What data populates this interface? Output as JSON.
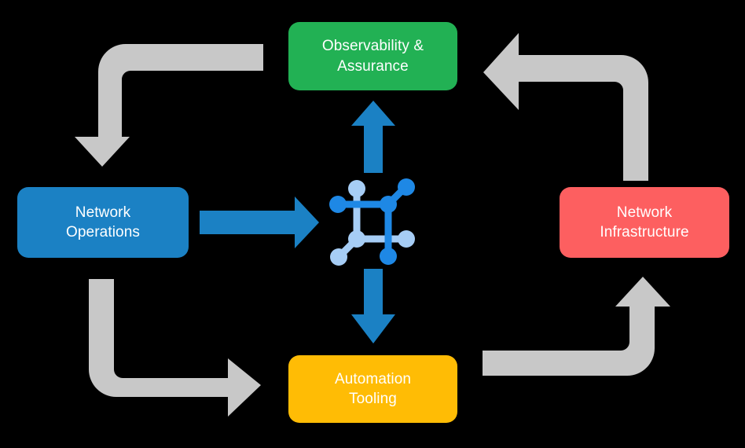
{
  "diagram": {
    "title": "Network lifecycle cycle diagram",
    "background_color": "#000000",
    "nodes": [
      {
        "id": "observability",
        "label": "Observability &\nAssurance",
        "color": "#22b154",
        "text_color": "#ffffff",
        "position": "top"
      },
      {
        "id": "network-operations",
        "label": "Network\nOperations",
        "color": "#1b81c4",
        "text_color": "#ffffff",
        "position": "left"
      },
      {
        "id": "network-infrastructure",
        "label": "Network\nInfrastructure",
        "color": "#fd5f60",
        "text_color": "#ffffff",
        "position": "right"
      },
      {
        "id": "automation-tooling",
        "label": "Automation\nTooling",
        "color": "#ffbc05",
        "text_color": "#ffffff",
        "position": "bottom"
      }
    ],
    "center_icon": {
      "name": "network-graph-icon",
      "primary_color": "#1e88e5",
      "secondary_color": "#a6cdf5"
    },
    "inward_arrows": {
      "color": "#1b81c4",
      "items": [
        {
          "name": "arrow-operations-to-center",
          "direction": "right"
        },
        {
          "name": "arrow-center-to-observability",
          "direction": "up"
        },
        {
          "name": "arrow-center-to-automation",
          "direction": "down"
        }
      ]
    },
    "cycle_arrows": {
      "color": "#c8c8c8",
      "items": [
        {
          "name": "arrow-observability-to-operations",
          "from": "observability",
          "to": "network-operations"
        },
        {
          "name": "arrow-operations-to-automation",
          "from": "network-operations",
          "to": "automation-tooling"
        },
        {
          "name": "arrow-automation-to-infrastructure",
          "from": "automation-tooling",
          "to": "network-infrastructure"
        },
        {
          "name": "arrow-infrastructure-to-observability",
          "from": "network-infrastructure",
          "to": "observability"
        }
      ]
    }
  }
}
